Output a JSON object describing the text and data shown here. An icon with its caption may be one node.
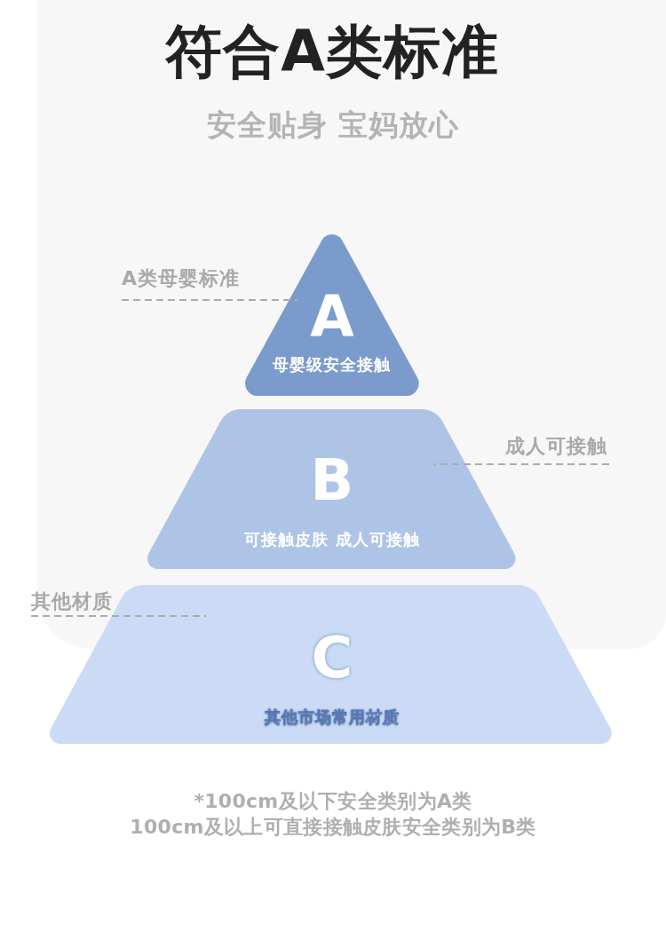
{
  "diagram": {
    "title": "符合A类标准",
    "nodes": [
      {
        "text": [
          "A",
          "母婴级安全接触"
        ]
      },
      {
        "text": [
          "B",
          "可接触皮肤 成人可接触"
        ]
      },
      {
        "text": [
          "C",
          "其他市场常用材质"
        ]
      },
      {
        "text": [
          "A类母婴标准"
        ]
      },
      {
        "text": [
          "成人可接触"
        ]
      },
      {
        "text": [
          "其他材质"
        ]
      }
    ],
    "edges": [
      {
        "from": 3,
        "to": 0,
        "arrow": "none",
        "style": "dashed"
      },
      {
        "from": 4,
        "to": 1,
        "arrow": "none",
        "style": "dashed"
      },
      {
        "from": 5,
        "to": 2,
        "arrow": "none",
        "style": "dashed"
      }
    ],
    "labels": [
      "安全贴身 宝妈放心",
      "*100cm及以下安全类别为A类",
      "100cm及以上可直接接触皮肤安全类别为B类"
    ]
  }
}
